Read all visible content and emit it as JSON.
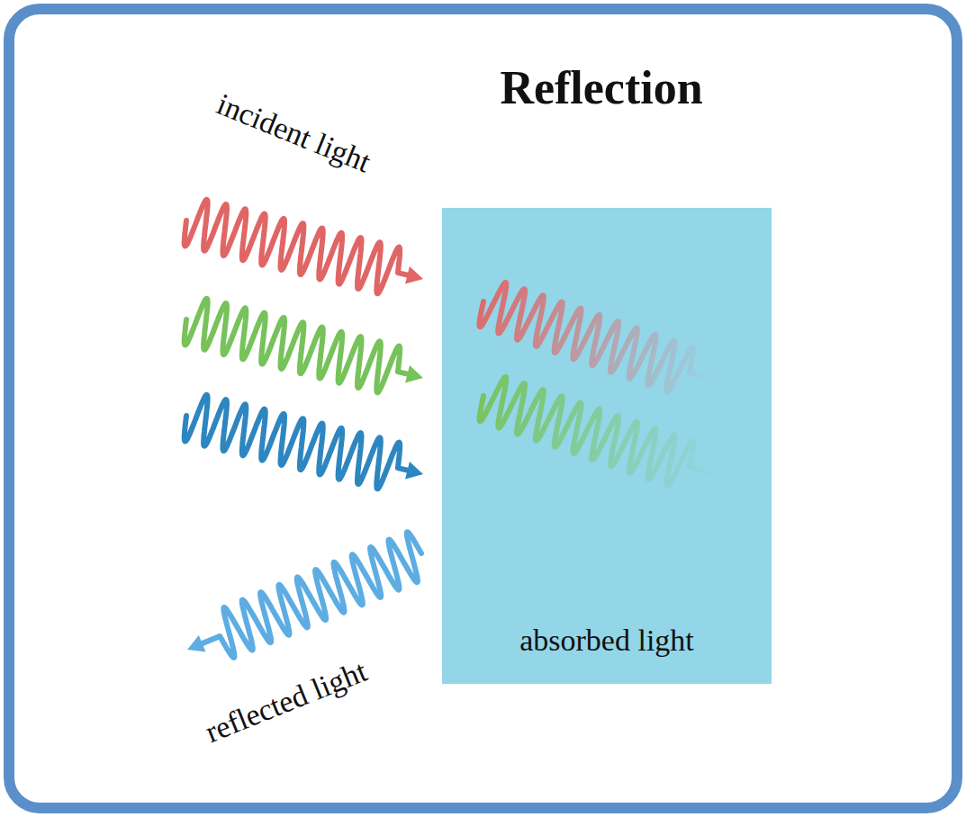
{
  "diagram": {
    "title": "Reflection",
    "nodes": [
      {
        "text": [
          "absorbed light"
        ]
      }
    ],
    "labels": [
      "incident light",
      "reflected light"
    ]
  }
}
